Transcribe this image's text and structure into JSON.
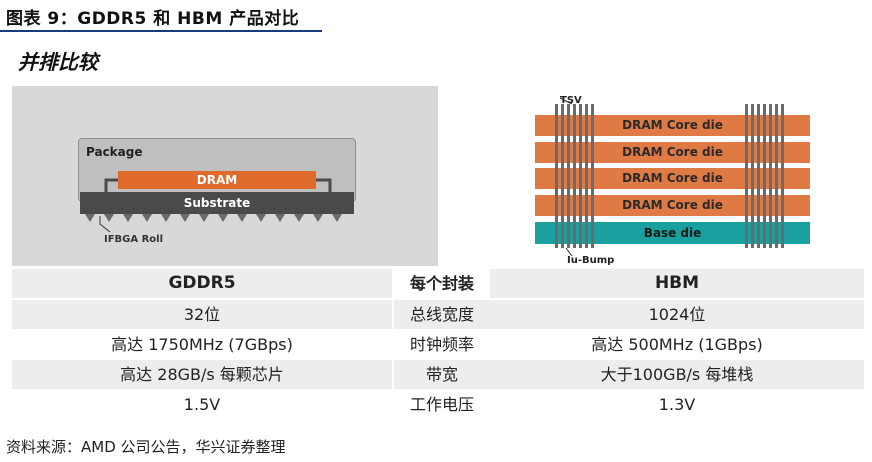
{
  "figure": {
    "title": "图表 9：GDDR5 和 HBM 产品对比",
    "subtitle": "并排比较"
  },
  "gddr5_diagram": {
    "package_label": "Package",
    "dram_label": "DRAM",
    "substrate_label": "Substrate",
    "bga_label": "IFBGA Roll"
  },
  "hbm_diagram": {
    "tsv_label": "TSV",
    "core_die_label": "DRAM Core die",
    "base_die_label": "Base die",
    "ubump_label": "Iu-Bump",
    "colors": {
      "core": "#e07a44",
      "base": "#1ba0a0",
      "tsv": "#6b6b6b"
    }
  },
  "table": {
    "header": {
      "left": "GDDR5",
      "mid": "每个封装",
      "right": "HBM"
    },
    "rows": [
      {
        "left": "32位",
        "mid": "总线宽度",
        "right": "1024位"
      },
      {
        "left": "高达 1750MHz (7GBps)",
        "mid": "时钟频率",
        "right": "高达 500MHz (1GBps)"
      },
      {
        "left": "高达 28GB/s 每颗芯片",
        "mid": "带宽",
        "right": "大于100GB/s 每堆栈"
      },
      {
        "left": "1.5V",
        "mid": "工作电压",
        "right": "1.3V"
      }
    ]
  },
  "source": "资料来源：AMD 公司公告，华兴证券整理"
}
